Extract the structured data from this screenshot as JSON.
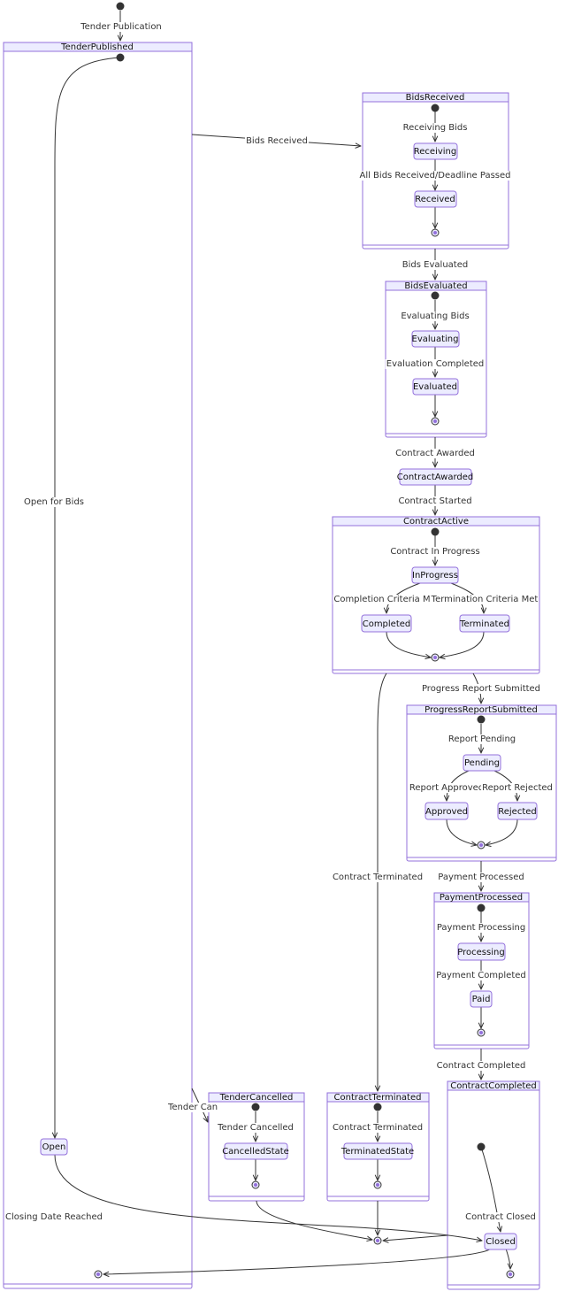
{
  "colors": {
    "node_fill": "#ececff",
    "node_stroke": "#9370db",
    "edge": "#333333",
    "start": "#333333",
    "background": "#ffffff"
  },
  "clusters": {
    "tender_published": "TenderPublished",
    "bids_received": "BidsReceived",
    "bids_evaluated": "BidsEvaluated",
    "contract_active": "ContractActive",
    "progress_report_submitted": "ProgressReportSubmitted",
    "payment_processed": "PaymentProcessed",
    "tender_cancelled": "TenderCancelled",
    "contract_terminated": "ContractTerminated",
    "contract_completed": "ContractCompleted"
  },
  "states": {
    "receiving": "Receiving",
    "received": "Received",
    "evaluating": "Evaluating",
    "evaluated": "Evaluated",
    "contract_awarded": "ContractAwarded",
    "in_progress": "InProgress",
    "completed": "Completed",
    "terminated": "Terminated",
    "pending": "Pending",
    "approved": "Approved",
    "rejected": "Rejected",
    "processing": "Processing",
    "paid": "Paid",
    "open": "Open",
    "cancelled_state": "CancelledState",
    "terminated_state": "TerminatedState",
    "closed": "Closed"
  },
  "transitions": {
    "tender_publication": "Tender Publication",
    "open_for_bids": "Open for Bids",
    "bids_received": "Bids Received",
    "receiving_bids": "Receiving Bids",
    "all_bids_received": "All Bids Received/Deadline Passed",
    "bids_evaluated": "Bids Evaluated",
    "evaluating_bids": "Evaluating Bids",
    "evaluation_completed": "Evaluation Completed",
    "contract_awarded": "Contract Awarded",
    "contract_started": "Contract Started",
    "contract_in_progress": "Contract In Progress",
    "completion_criteria_met": "Completion Criteria Met",
    "termination_criteria_met": "Termination Criteria Met",
    "progress_report_submitted": "Progress Report Submitted",
    "report_pending": "Report Pending",
    "report_approved": "Report Approved",
    "report_rejected": "Report Rejected",
    "contract_terminated": "Contract Terminated",
    "payment_processed": "Payment Processed",
    "payment_processing": "Payment Processing",
    "payment_completed": "Payment Completed",
    "contract_completed": "Contract Completed",
    "tender_cancelled_partial": "Tender Can",
    "tender_cancelled": "Tender Cancelled",
    "contract_terminated_inner": "Contract Terminated",
    "closing_date_reached": "Closing Date Reached",
    "contract_closed": "Contract Closed"
  }
}
